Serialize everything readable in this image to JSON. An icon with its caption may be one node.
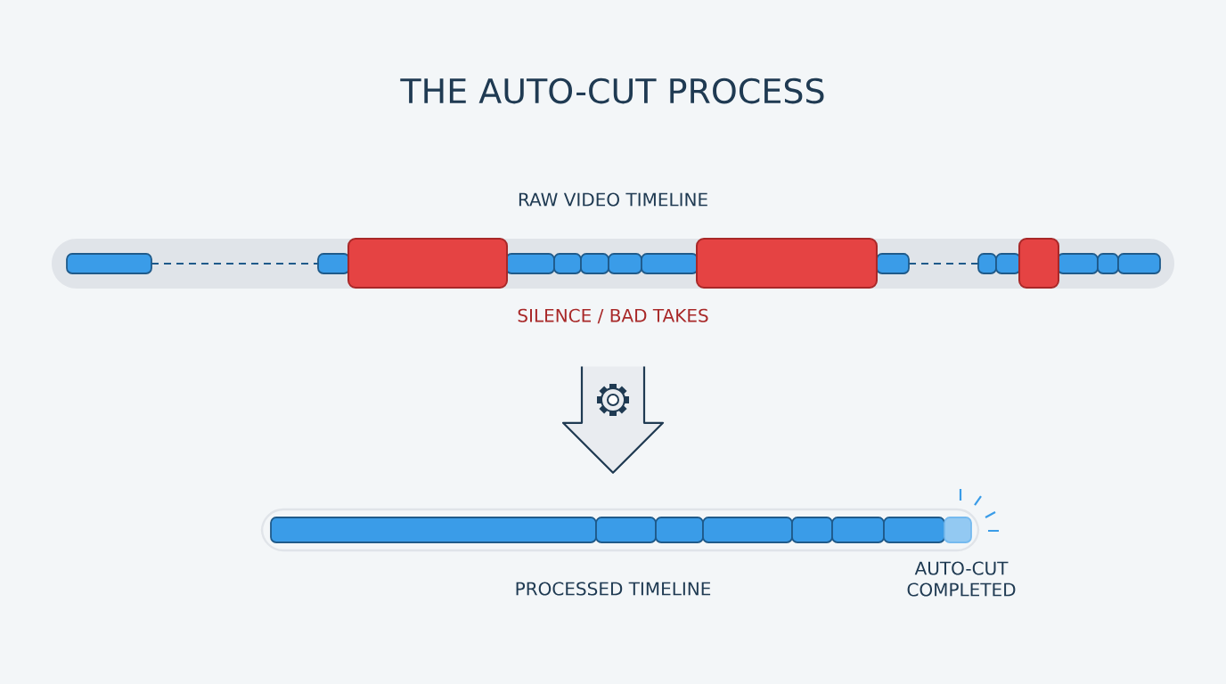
{
  "diagram": {
    "title": "THE AUTO-CUT PROCESS",
    "nodes": [
      {
        "text": [
          "RAW VIDEO TIMELINE"
        ],
        "beside": [
          "SILENCE / BAD TAKES"
        ]
      },
      {
        "text": [
          "PROCESSED TIMELINE"
        ],
        "beside": [
          "AUTO-CUT COMPLETED"
        ]
      }
    ],
    "edges": [
      {
        "from": 0,
        "to": 1,
        "arrow": "to"
      }
    ]
  }
}
